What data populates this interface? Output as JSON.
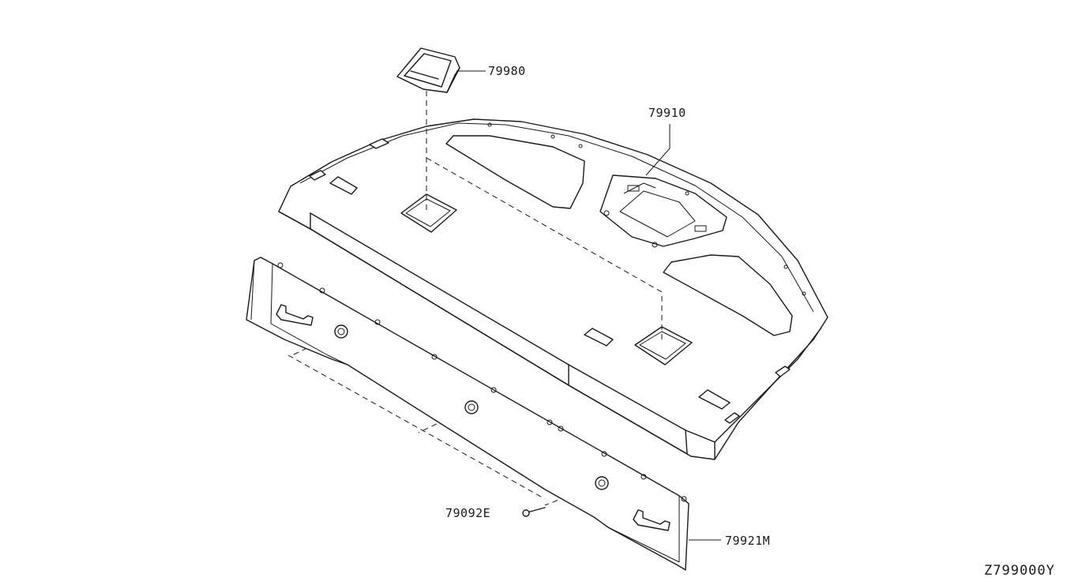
{
  "parts": {
    "cover_clip": "79980",
    "rear_parcel_shelf": "79910",
    "clip": "79092E",
    "back_panel_finisher": "79921M"
  },
  "diagram_code": "Z799000Y"
}
